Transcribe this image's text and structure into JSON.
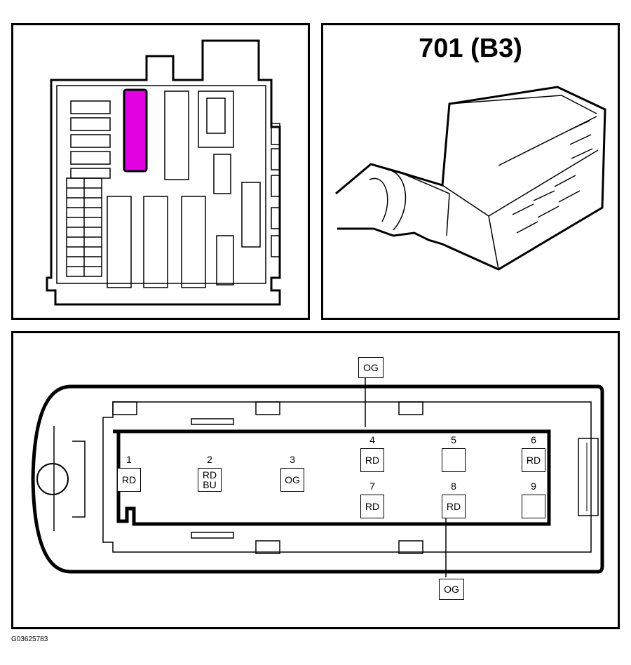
{
  "connector": {
    "title": "701 (B3)"
  },
  "highlight_color": "#e000e0",
  "pins": [
    {
      "num": "1",
      "wires": [
        "RD"
      ]
    },
    {
      "num": "2",
      "wires": [
        "RD",
        "BU"
      ]
    },
    {
      "num": "3",
      "wires": [
        "OG"
      ]
    },
    {
      "num": "4",
      "wires": [
        "RD"
      ]
    },
    {
      "num": "5",
      "wires": []
    },
    {
      "num": "6",
      "wires": [
        "RD"
      ]
    },
    {
      "num": "7",
      "wires": [
        "RD"
      ]
    },
    {
      "num": "8",
      "wires": [
        "RD"
      ]
    },
    {
      "num": "9",
      "wires": []
    }
  ],
  "wire_tags": {
    "pin4": "OG",
    "pin8": "OG"
  },
  "figure_id": "G03625783"
}
